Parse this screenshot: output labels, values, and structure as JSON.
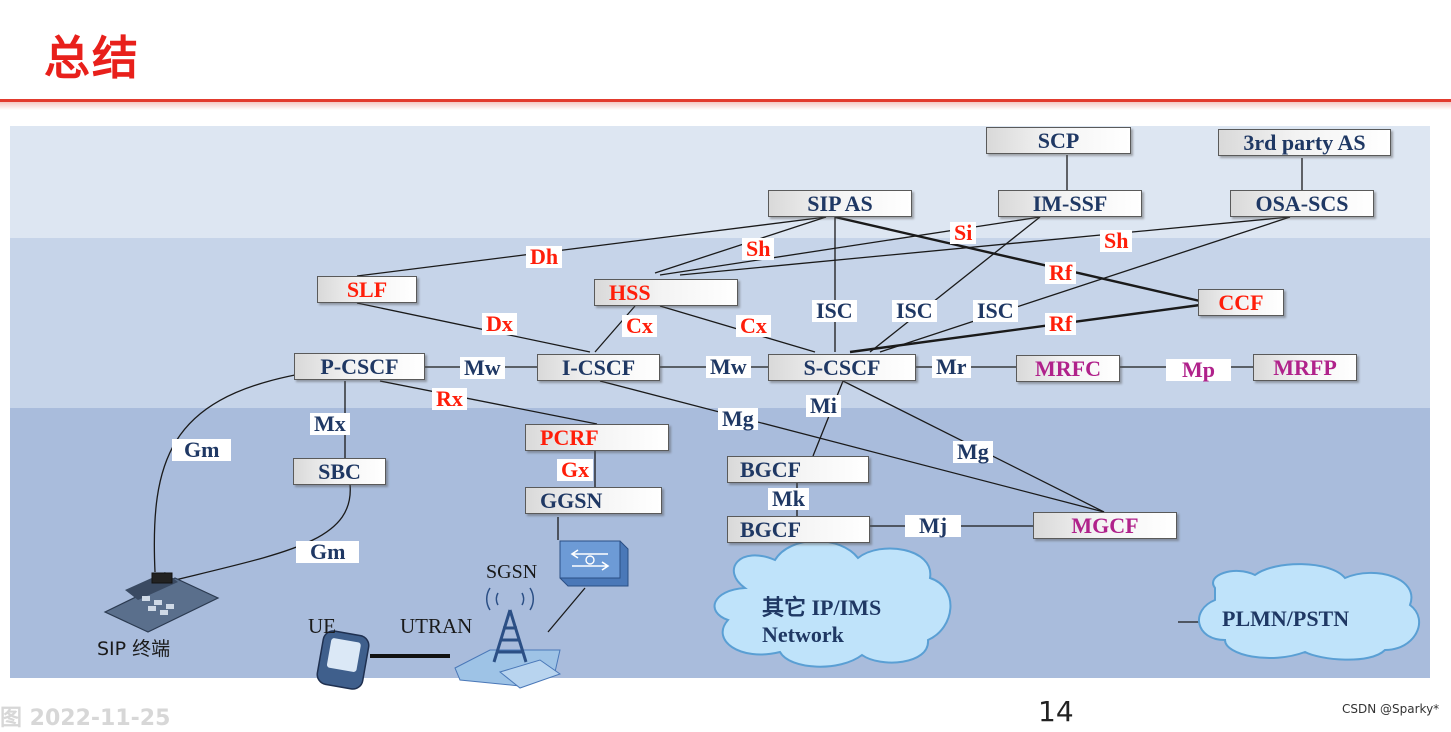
{
  "title": "总结",
  "page_number": "14",
  "watermark": "CSDN @Sparky*",
  "date_stamp": "图 2022-11-25",
  "colors": {
    "title": "#e8201b",
    "node_text": "#1f3864",
    "red_text": "#ff1e0a",
    "magenta_text": "#b0228b"
  },
  "nodes": {
    "scp": "SCP",
    "third_party_as": "3rd party AS",
    "sip_as": "SIP AS",
    "im_ssf": "IM-SSF",
    "osa_scs": "OSA-SCS",
    "slf": "SLF",
    "hss": "HSS",
    "ccf": "CCF",
    "p_cscf": "P-CSCF",
    "i_cscf": "I-CSCF",
    "s_cscf": "S-CSCF",
    "mrfc": "MRFC",
    "mrfp": "MRFP",
    "pcrf": "PCRF",
    "ggsn": "GGSN",
    "sbc": "SBC",
    "bgcf_1": "BGCF",
    "bgcf_2": "BGCF",
    "mgcf": "MGCF"
  },
  "interfaces": {
    "dh": "Dh",
    "sh_1": "Sh",
    "si": "Si",
    "sh_2": "Sh",
    "rf_1": "Rf",
    "rf_2": "Rf",
    "dx": "Dx",
    "cx_1": "Cx",
    "cx_2": "Cx",
    "isc_1": "ISC",
    "isc_2": "ISC",
    "isc_3": "ISC",
    "mw_1": "Mw",
    "mw_2": "Mw",
    "mr": "Mr",
    "mp": "Mp",
    "mx": "Mx",
    "rx": "Rx",
    "mi": "Mi",
    "mg_1": "Mg",
    "mg_2": "Mg",
    "gm_1": "Gm",
    "gm_2": "Gm",
    "gx": "Gx",
    "mk": "Mk",
    "mj": "Mj"
  },
  "devices": {
    "sgsn": "SGSN",
    "ue": "UE",
    "utran": "UTRAN",
    "sip_terminal": "SIP 终端",
    "other_network_line1": "其它 IP/IMS",
    "other_network_line2": "Network",
    "plmn_pstn": "PLMN/PSTN"
  },
  "icons": [
    "router-icon",
    "antenna-tower-icon",
    "phone-handset-icon",
    "sip-phone-icon",
    "cloud-icon"
  ]
}
